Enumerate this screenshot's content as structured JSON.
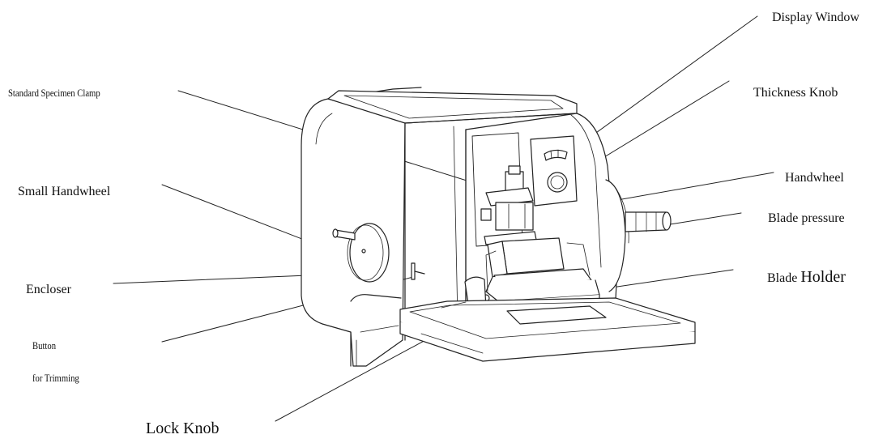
{
  "labels": {
    "display_window": "Display Window",
    "thickness_knob": "Thickness Knob",
    "standard_specimen_clamp": "Standard Specimen Clamp",
    "small_handwheel": "Small Handwheel",
    "handwheel": "Handwheel",
    "blade_pressure": "Blade pressure",
    "encloser": "Encloser",
    "blade_holder_prefix": "Blade ",
    "blade_holder_suffix": "Holder",
    "button_line1": "Button",
    "button_line2": "for Trimming",
    "lock_knob": "Lock Knob"
  },
  "colors": {
    "ink": "#222222",
    "body_fill": "#ffffff"
  }
}
